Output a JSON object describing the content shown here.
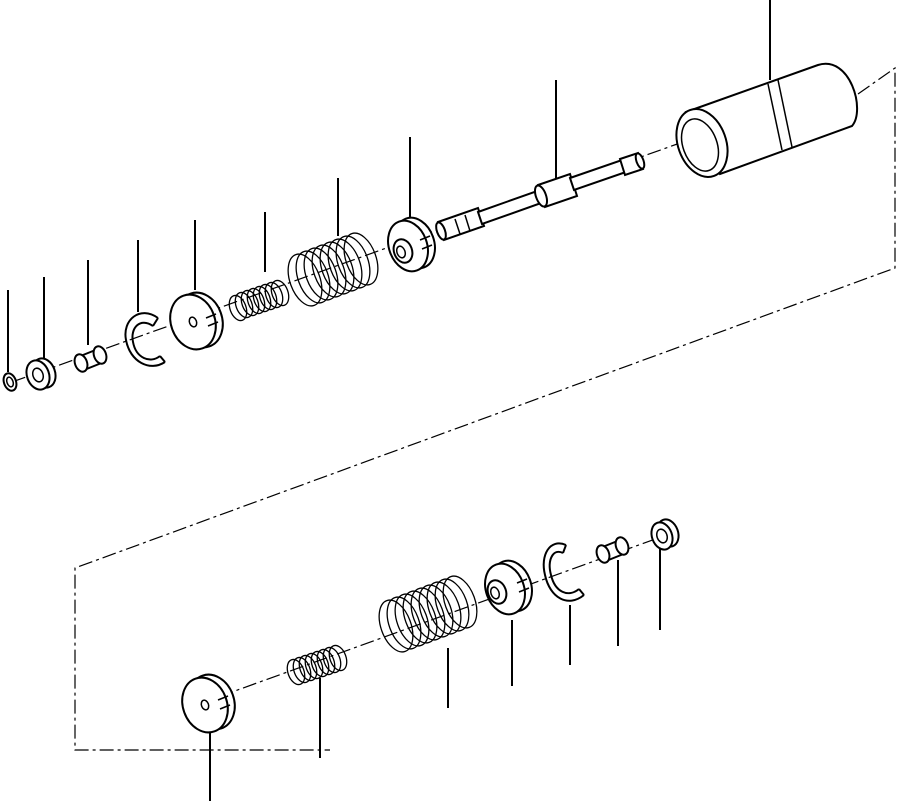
{
  "diagram": {
    "kind": "exploded-parts-view",
    "line_color": "#000000",
    "background": "#ffffff",
    "upper_assembly": [
      "o-ring",
      "washer",
      "collar",
      "snap-ring",
      "spring-seat",
      "small-spring",
      "large-spring",
      "retainer",
      "spool",
      "sleeve"
    ],
    "lower_assembly": [
      "spring-seat",
      "small-spring",
      "large-spring",
      "retainer",
      "snap-ring",
      "collar",
      "washer"
    ]
  }
}
